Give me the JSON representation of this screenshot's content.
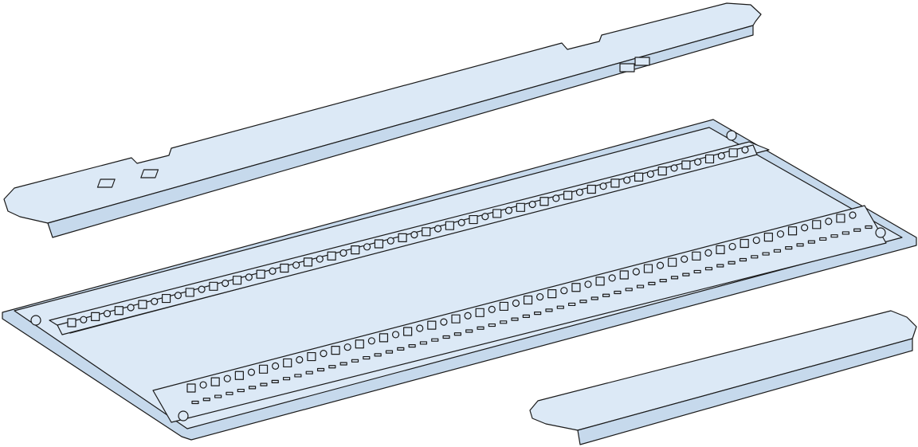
{
  "drawing": {
    "colors": {
      "fill": "#dce9f6",
      "fill_dark": "#c6d9ec",
      "line": "#1a1a1a",
      "background": "#ffffff"
    },
    "parts": [
      "top-mounting-bar",
      "mounting-plate",
      "bottom-mounting-bar"
    ]
  }
}
